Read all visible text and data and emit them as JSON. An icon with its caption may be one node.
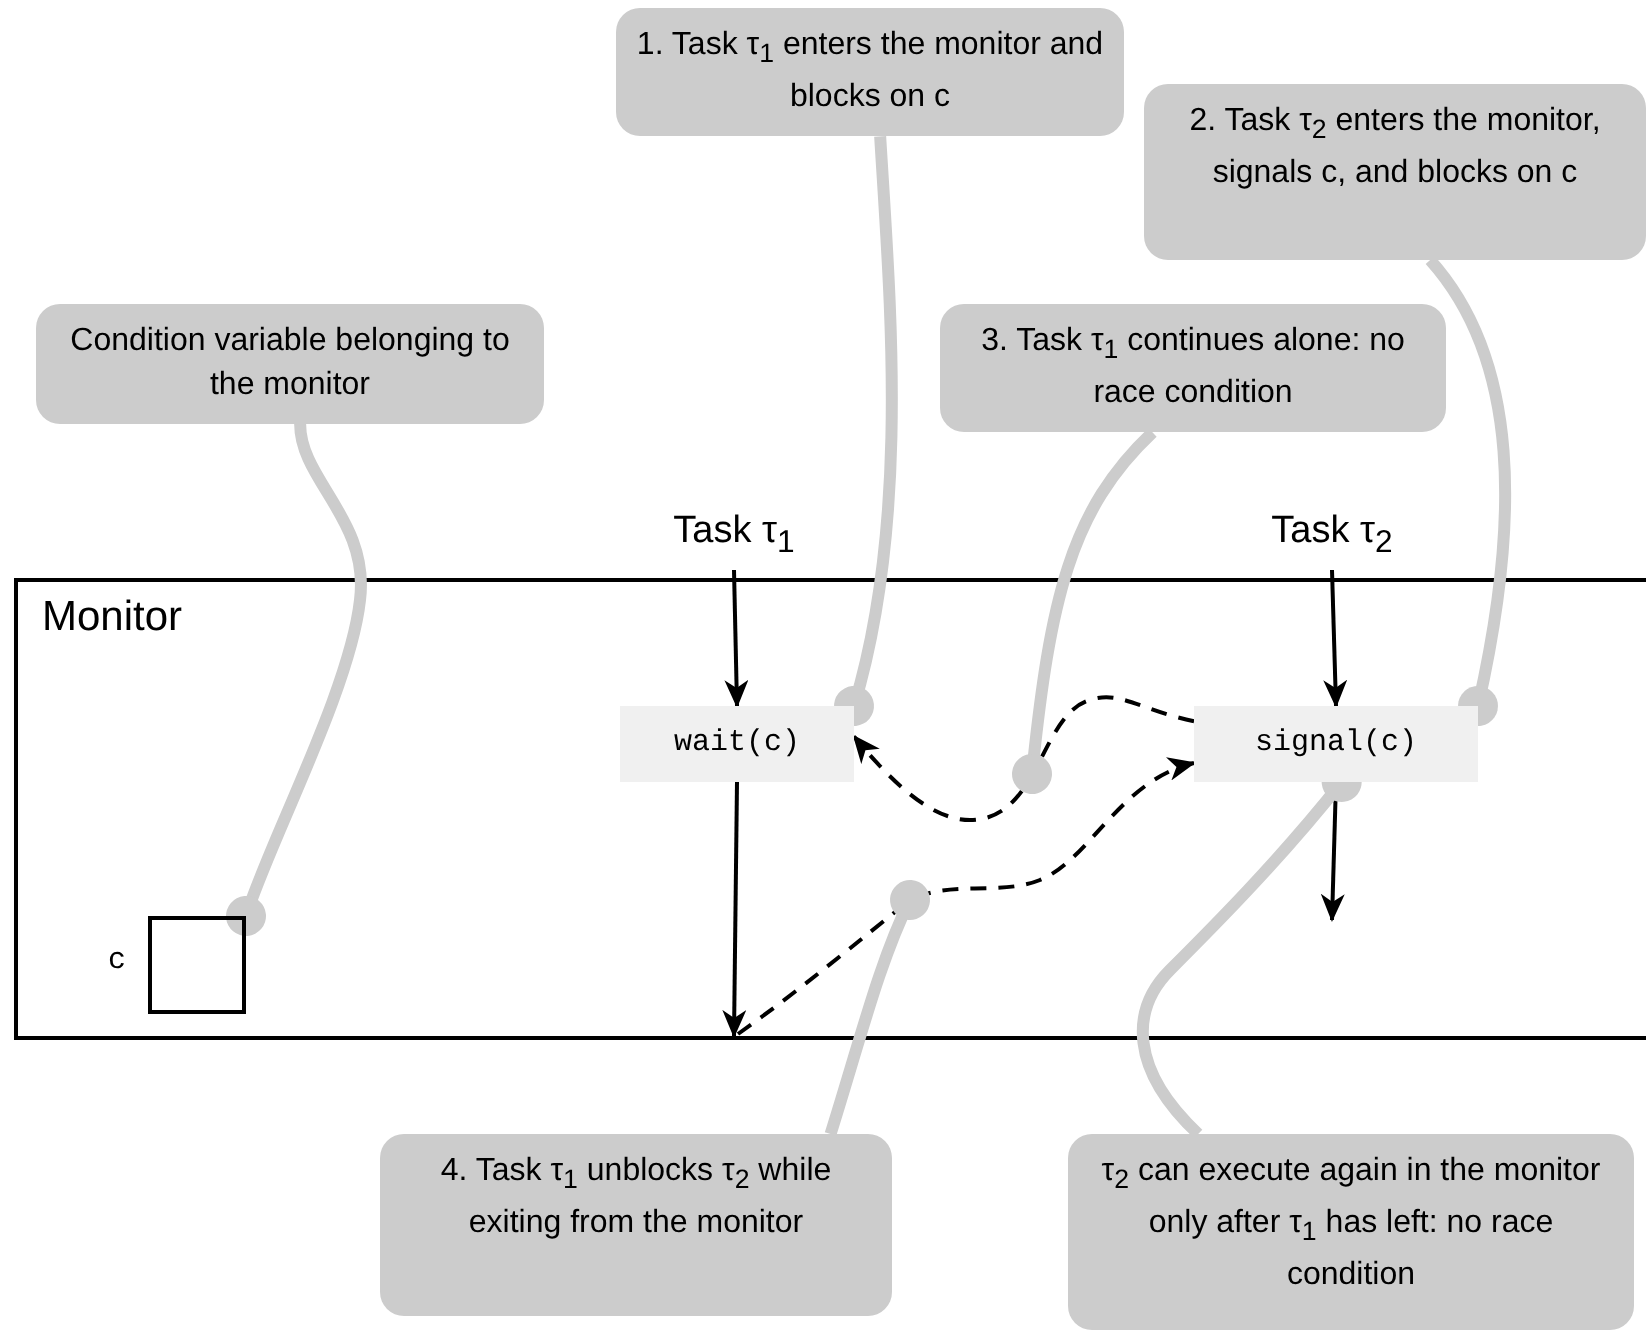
{
  "diagram": {
    "nodes": [
      {
        "text": [
          "Monitor"
        ]
      },
      {
        "text": [
          "Task τ$_{1}$"
        ]
      },
      {
        "text": [
          "Task τ$_{2}$"
        ]
      },
      {
        "text": [
          "wait(c)"
        ],
        "in": 0
      },
      {
        "text": [
          "signal(c)"
        ],
        "in": 0
      },
      {
        "text": [],
        "shape": "box",
        "in": 0,
        "beside": [
          "c"
        ]
      },
      {
        "text": [
          "Condition variable belonging to the monitor"
        ]
      },
      {
        "text": [
          "1. Task τ$_{1}$ enters the monitor and blocks on c"
        ]
      },
      {
        "text": [
          "2. Task τ$_{2}$ enters the monitor, signals c, and blocks on c"
        ]
      },
      {
        "text": [
          "3. Task τ$_{1}$ continues alone: no race condition"
        ]
      },
      {
        "text": [
          "4. Task τ$_{1}$ unblocks τ$_{2}$ while exiting from the monitor"
        ]
      },
      {
        "text": [
          "τ$_{2}$ can execute again in the monitor only after τ$_{1}$ has left: no race condition"
        ]
      }
    ],
    "edges": [
      {
        "from": 1,
        "to": 3,
        "arrow": "to"
      },
      {
        "from": 2,
        "to": 4,
        "arrow": "to"
      },
      {
        "from": 3,
        "to": null,
        "arrow": "to"
      },
      {
        "from": null,
        "to": 4,
        "arrow": "to",
        "style": "dashed"
      },
      {
        "from": 4,
        "to": 3,
        "arrow": "to",
        "style": "dashed"
      },
      {
        "from": 4,
        "to": null,
        "arrow": "to"
      },
      {
        "from": 6,
        "to": 5,
        "arrow": "other",
        "style": "thick",
        "color": "#cccccc"
      },
      {
        "from": 7,
        "to": 3,
        "arrow": "other",
        "style": "thick",
        "color": "#cccccc"
      },
      {
        "from": 8,
        "to": 4,
        "arrow": "other",
        "style": "thick",
        "color": "#cccccc"
      },
      {
        "from": 9,
        "to": null,
        "arrow": "other",
        "style": "thick",
        "color": "#cccccc"
      },
      {
        "from": 10,
        "to": null,
        "arrow": "other",
        "style": "thick",
        "color": "#cccccc"
      },
      {
        "from": 11,
        "to": 4,
        "arrow": "other",
        "style": "thick",
        "color": "#cccccc"
      }
    ]
  }
}
